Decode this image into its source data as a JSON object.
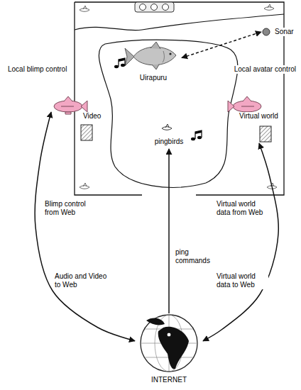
{
  "diagram": {
    "nodes": [
      {
        "text": [
          "Uirapuru"
        ]
      },
      {
        "text": [
          "Sonar"
        ]
      },
      {
        "text": [
          "Local blimp control"
        ]
      },
      {
        "text": [
          "Local avatar control"
        ]
      },
      {
        "text": [
          "Video"
        ]
      },
      {
        "text": [
          "Virtual world"
        ]
      },
      {
        "text": [
          "pingbirds"
        ]
      },
      {
        "text": [
          "INTERNET"
        ]
      }
    ],
    "edges": [
      {
        "from": 0,
        "to": 1,
        "arrow": "both"
      },
      {
        "from": 2,
        "to": 7,
        "arrow": "both",
        "label": "Blimp control from Web"
      },
      {
        "from": 5,
        "to": 7,
        "arrow": "both",
        "label": "Virtual world data from Web"
      },
      {
        "from": 7,
        "to": 6,
        "arrow": "to",
        "label": "ping commands"
      }
    ],
    "labels": [
      "Audio and Video to Web",
      "Virtual world data to Web"
    ]
  }
}
